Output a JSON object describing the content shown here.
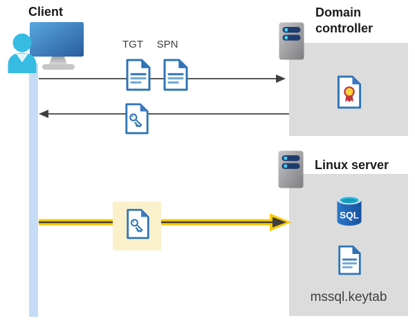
{
  "diagram": {
    "client": {
      "label": "Client"
    },
    "domain_controller": {
      "label": "Domain controller",
      "icons": [
        "server-icon",
        "certificate-icon"
      ]
    },
    "linux_server": {
      "label": "Linux server",
      "icons": [
        "server-icon",
        "sql-database-icon",
        "keytab-document-icon"
      ],
      "keytab_label": "mssql.keytab"
    },
    "tickets": {
      "tgt": "TGT",
      "spn": "SPN"
    },
    "sql_label": "SQL",
    "flows": [
      {
        "name": "ticket-request",
        "from": "client",
        "to": "domain-controller",
        "items": [
          "TGT",
          "SPN"
        ],
        "highlighted": false
      },
      {
        "name": "ticket-response",
        "from": "domain-controller",
        "to": "client",
        "items": [
          "key-document"
        ],
        "highlighted": false
      },
      {
        "name": "service-ticket",
        "from": "client",
        "to": "linux-server",
        "items": [
          "key-document"
        ],
        "highlighted": true
      }
    ],
    "colors": {
      "arrow_dark": "#3f3f3f",
      "arrow_yellow": "#f7cb00",
      "highlight_yellow": "#faf1cc",
      "box_gray": "#dcdcdc",
      "lifeline_blue": "#c6dcf6",
      "doc_border_blue": "#2e74b5",
      "doc_line_blue": "#74a9dc",
      "server_bar_navy": "#1e3b6e",
      "server_dot_cyan": "#45c8eb",
      "cert_red": "#c4383c",
      "cert_gold": "#ffd23b",
      "sql_cyan": "#31bade"
    }
  }
}
